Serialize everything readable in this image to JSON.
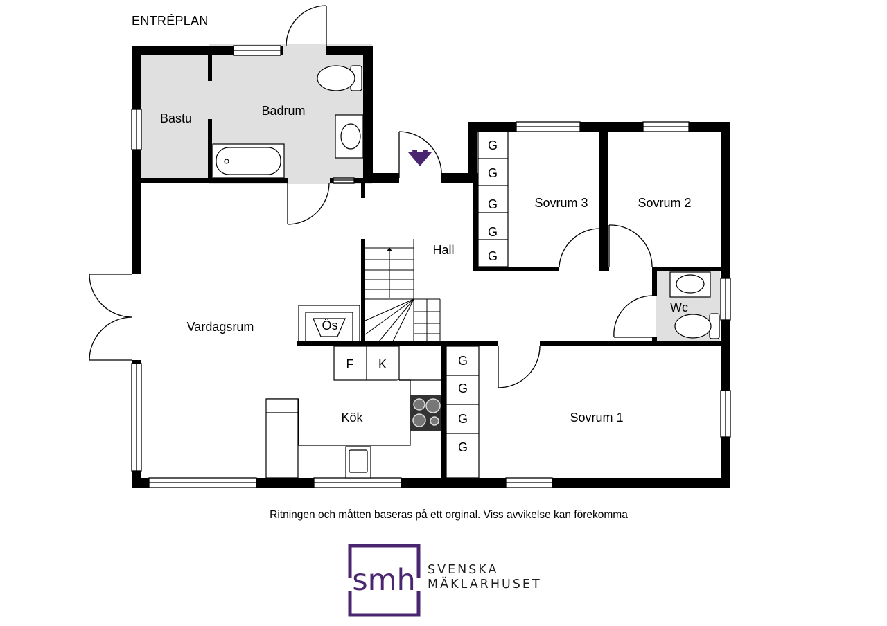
{
  "floor_title": "ENTRÉPLAN",
  "rooms": {
    "bastu": "Bastu",
    "badrum": "Badrum",
    "sovrum3": "Sovrum 3",
    "sovrum2": "Sovrum 2",
    "hall": "Hall",
    "wc": "Wc",
    "vardagsrum": "Vardagsrum",
    "os": "Ös",
    "kok": "Kök",
    "sovrum1": "Sovrum 1"
  },
  "appliances": {
    "freezer": "F",
    "fridge": "K"
  },
  "wardrobe_label": "G",
  "disclaimer": "Ritningen och måtten baseras på ett orginal. Viss avvikelse kan förekomma",
  "brand": {
    "logo_text": "smh",
    "line1": "SVENSKA",
    "line2": "MÄKLARHUSET",
    "color": "#4a2670"
  },
  "colors": {
    "wall": "#000000",
    "wet_room": "#e0e0e0",
    "entrance_arrow": "#4a2670"
  },
  "icons": [
    "entrance-arrow-icon",
    "toilet-icon",
    "sink-icon",
    "bathtub-icon",
    "stove-icon",
    "stairs-icon"
  ]
}
